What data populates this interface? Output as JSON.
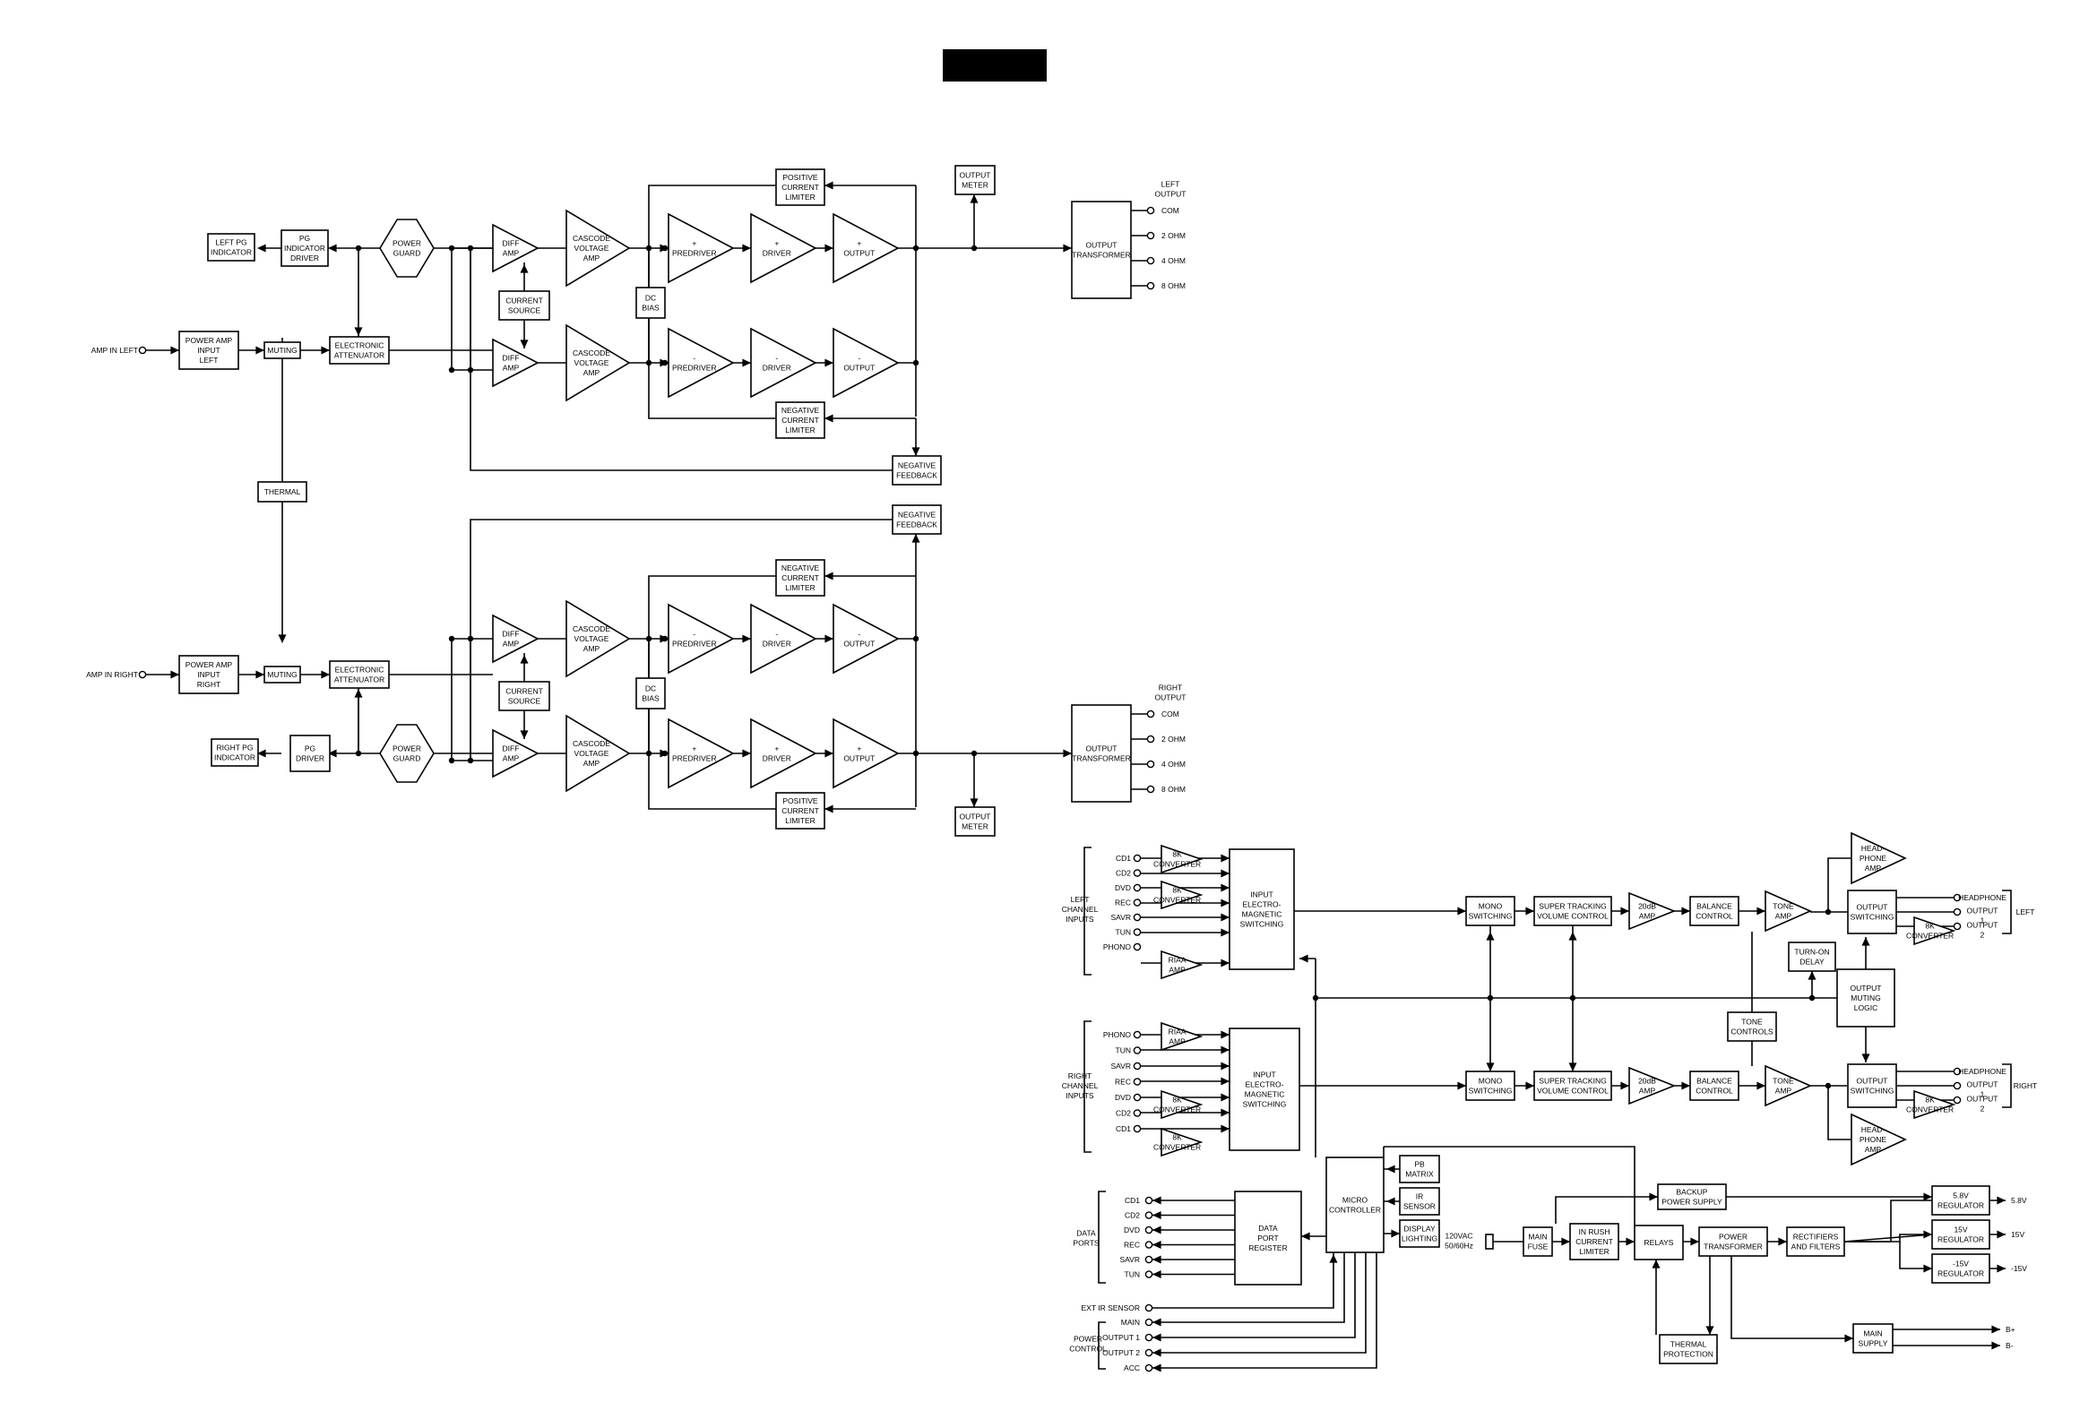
{
  "colors": {
    "ink": "#000000",
    "paper": "#ffffff"
  },
  "left_amp": {
    "input": "AMP IN LEFT",
    "power_amp_input": "POWER AMP|INPUT|LEFT",
    "muting": "MUTING",
    "attenuator": "ELECTRONIC|ATTENUATOR",
    "pg_driver": "PG|INDICATOR|DRIVER",
    "pg_indicator": "LEFT PG|INDICATOR",
    "power_guard": "POWER|GUARD",
    "diff_amp_top": "DIFF|AMP",
    "diff_amp_bottom": "DIFF|AMP",
    "current_source": "CURRENT|SOURCE",
    "cascode_top": "CASCODE|VOLTAGE|AMP",
    "cascode_bottom": "CASCODE|VOLTAGE|AMP",
    "dc_bias": "DC|BIAS",
    "predriver_pos": "+|PREDRIVER",
    "driver_pos": "+|DRIVER",
    "output_pos": "+|OUTPUT",
    "predriver_neg": "-|PREDRIVER",
    "driver_neg": "-|DRIVER",
    "output_neg": "-|OUTPUT",
    "positive_limiter": "POSITIVE|CURRENT|LIMITER",
    "negative_limiter": "NEGATIVE|CURRENT|LIMITER",
    "negative_feedback": "NEGATIVE|FEEDBACK",
    "output_meter": "OUTPUT|METER",
    "output_transformer": "OUTPUT|TRANSFORMER",
    "output_heading": "LEFT|OUTPUT",
    "taps": [
      "COM",
      "2 OHM",
      "4 OHM",
      "8 OHM"
    ]
  },
  "thermal": "THERMAL",
  "right_amp": {
    "input": "AMP IN RIGHT",
    "power_amp_input": "POWER AMP|INPUT|RIGHT",
    "muting": "MUTING",
    "attenuator": "ELECTRONIC|ATTENUATOR",
    "pg_driver": "PG|DRIVER",
    "pg_indicator": "RIGHT PG|INDICATOR",
    "power_guard": "POWER|GUARD",
    "diff_amp_top": "DIFF|AMP",
    "diff_amp_bottom": "DIFF|AMP",
    "current_source": "CURRENT|SOURCE",
    "cascode_top": "CASCODE|VOLTAGE|AMP",
    "cascode_bottom": "CASCODE|VOLTAGE|AMP",
    "dc_bias": "DC|BIAS",
    "predriver_neg": "-|PREDRIVER",
    "driver_neg": "-|DRIVER",
    "output_neg": "-|OUTPUT",
    "predriver_pos": "+|PREDRIVER",
    "driver_pos": "+|DRIVER",
    "output_pos": "+|OUTPUT",
    "negative_limiter": "NEGATIVE|CURRENT|LIMITER",
    "positive_limiter": "POSITIVE|CURRENT|LIMITER",
    "negative_feedback": "NEGATIVE|FEEDBACK",
    "output_meter": "OUTPUT|METER",
    "output_transformer": "OUTPUT|TRANSFORMER",
    "output_heading": "RIGHT|OUTPUT",
    "taps": [
      "COM",
      "2 OHM",
      "4 OHM",
      "8 OHM"
    ]
  },
  "preamp": {
    "left_inputs_label": "LEFT|CHANNEL|INPUTS",
    "left_inputs": [
      "CD1",
      "CD2",
      "DVD",
      "REC",
      "SAVR",
      "TUN",
      "PHONO"
    ],
    "right_inputs_label": "RIGHT|CHANNEL|INPUTS",
    "right_inputs": [
      "PHONO",
      "TUN",
      "SAVR",
      "REC",
      "DVD",
      "CD2",
      "CD1"
    ],
    "converter": "8K|CONVERTER",
    "riaa": "RIAA|AMP",
    "left_switching": "INPUT|ELECTRO-|MAGNETIC|SWITCHING",
    "right_switching": "INPUT|ELECTRO-|MAGNETIC|SWITCHING",
    "mono": "MONO|SWITCHING",
    "volume": "SUPER TRACKING|VOLUME CONTROL",
    "amp20": "20dB|AMP",
    "balance": "BALANCE|CONTROL",
    "tone_amp": "TONE|AMP",
    "tone_controls": "TONE|CONTROLS",
    "headphone_amp": "HEAD-|PHONE|AMP",
    "output_switching": "OUTPUT|SWITCHING",
    "turn_on_delay": "TURN-ON|DELAY",
    "output_muting": "OUTPUT|MUTING|LOGIC",
    "left_outputs": [
      "HEADPHONE",
      "OUTPUT|1",
      "OUTPUT|2"
    ],
    "left_side": "LEFT",
    "right_outputs": [
      "HEADPHONE",
      "OUTPUT|1",
      "OUTPUT|2"
    ],
    "right_side": "RIGHT",
    "data_ports_label": "DATA|PORTS",
    "data_ports": [
      "CD1",
      "CD2",
      "DVD",
      "REC",
      "SAVR",
      "TUN"
    ],
    "data_port_register": "DATA|PORT|REGISTER",
    "micro": "MICRO|CONTROLLER",
    "pb_matrix": "PB|MATRIX",
    "ir_sensor": "IR|SENSOR",
    "display_lighting": "DISPLAY|LIGHTING",
    "ext_ir": "EXT IR SENSOR",
    "power_control_label": "POWER|CONTROL",
    "power_control": [
      "MAIN",
      "OUTPUT 1",
      "OUTPUT 2",
      "ACC"
    ],
    "mains": "120VAC|50/60Hz",
    "main_fuse": "MAIN|FUSE",
    "inrush": "IN RUSH|CURRENT|LIMITER",
    "relays": "RELAYS",
    "power_transformer": "POWER|TRANSFORMER",
    "rectifiers": "RECTIFIERS|AND FILTERS",
    "backup": "BACKUP|POWER SUPPLY",
    "thermal_protection": "THERMAL|PROTECTION",
    "main_supply": "MAIN|SUPPLY",
    "reg_58": "5.8V|REGULATOR",
    "reg_15": "15V|REGULATOR",
    "reg_m15": "-15V|REGULATOR",
    "rail_58": "5.8V",
    "rail_15": "15V",
    "rail_m15": "-15V",
    "rail_bp": "B+",
    "rail_bm": "B-"
  }
}
